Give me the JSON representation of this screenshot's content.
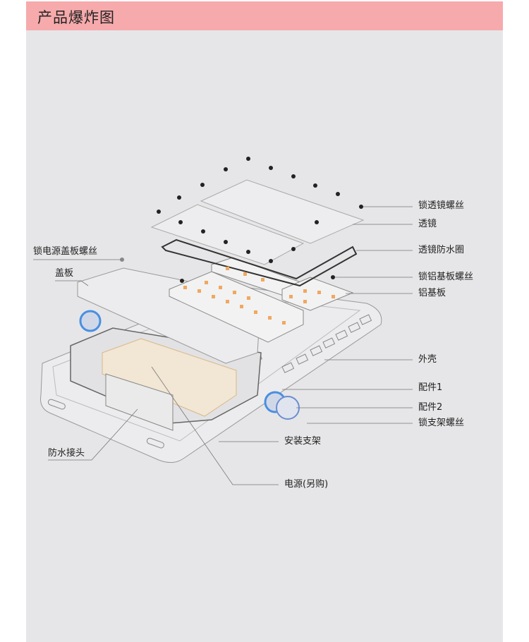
{
  "header": {
    "title": "产品爆炸图"
  },
  "labels": {
    "lens_screw": "锁透镜螺丝",
    "lens": "透镜",
    "lens_gasket": "透镜防水圈",
    "pcb_screw": "锁铝基板螺丝",
    "pcb": "铝基板",
    "housing": "外壳",
    "part1": "配件1",
    "part2": "配件2",
    "bracket_screw": "锁支架螺丝",
    "bracket": "安装支架",
    "driver": "电源(另购)",
    "connector": "防水接头",
    "cover_screw": "锁电源盖板螺丝",
    "cover": "盖板"
  },
  "colors": {
    "header": "#f6aaac",
    "panel": "#e6e6e8",
    "led": "#f0a860",
    "accent_blue": "#4a8fe0"
  }
}
